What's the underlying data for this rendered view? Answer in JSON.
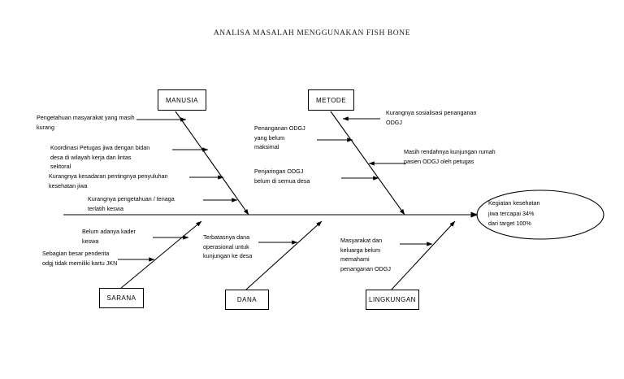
{
  "title": "ANALISA MASALAH MENGGUNAKAN FISH BONE",
  "diagram": {
    "type": "fishbone",
    "effect": {
      "label": "Kegiatan kesehatan\njiwa tercapai 34%\ndari target 100%",
      "achieved_percent": "34%",
      "target_percent": "100%"
    },
    "categories": [
      {
        "name": "MANUSIA",
        "position": "top-left",
        "causes": [
          "Pengetahuan masyarakat yang masih\nkurang",
          "Koordinasi Petugas jiwa dengan bidan\ndesa di wilayah kerja dan lintas\nsektoral",
          "Kurangnya kesadaran pentingnya penyuluhan\nkesehatan jiwa",
          "Kurangnya  pengetahuan / tenaga\nterlatih keswa"
        ]
      },
      {
        "name": "METODE",
        "position": "top-right",
        "causes": [
          "Penanganan     ODGJ\nyang               belum\nmaksimal",
          "Penjaringan ODGJ\nbelum di semua desa",
          "Kurangnya sosialisasi penanganan\nODGJ",
          "Masih rendahnya kunjungan rumah\npasien ODGJ oleh petugas"
        ]
      },
      {
        "name": "SARANA",
        "position": "bottom-left",
        "causes": [
          "Belum adanya  kader\nkeswa",
          "Sebagian besar penderita\nodgj tidak memiliki kartu JKN"
        ]
      },
      {
        "name": "DANA",
        "position": "bottom-center",
        "causes": [
          "Terbatasnya dana\noperasional untuk\nkunjungan ke desa"
        ]
      },
      {
        "name": "LINGKUNGAN",
        "position": "bottom-right",
        "causes": [
          "Masyarakat dan\nkeluarga belum\nmemahami\npenanganan ODGJ"
        ]
      }
    ]
  },
  "colors": {
    "line": "#000000",
    "text": "#000000",
    "background": "#ffffff"
  }
}
